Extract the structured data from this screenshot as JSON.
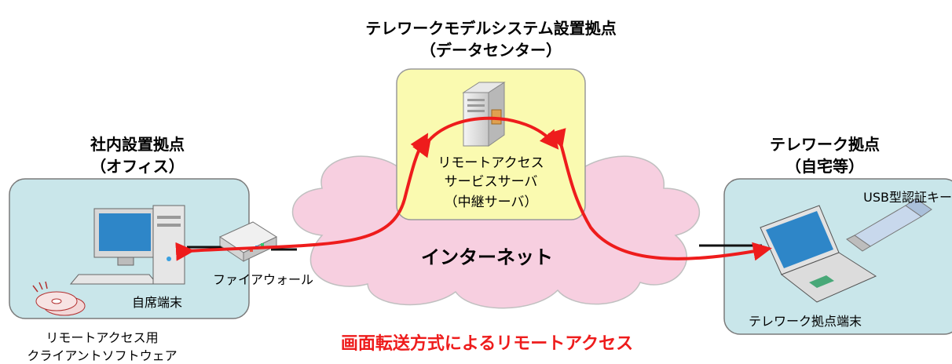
{
  "datacenter": {
    "title_line1": "テレワークモデルシステム設置拠点",
    "title_line2": "（データセンター）",
    "server_line1": "リモートアクセス",
    "server_line2": "サービスサーバ",
    "server_line3": "（中継サーバ）"
  },
  "office": {
    "title_line1": "社内設置拠点",
    "title_line2": "（オフィス）",
    "terminal_label": "自席端末",
    "firewall_label": "ファイアウォール",
    "software_line1": "リモートアクセス用",
    "software_line2": "クライアントソフトウェア"
  },
  "home": {
    "title_line1": "テレワーク拠点",
    "title_line2": "（自宅等）",
    "usb_label": "USB型認証キー",
    "terminal_label": "テレワーク拠点端末"
  },
  "internet_label": "インターネット",
  "caption": "画面転送方式によるリモートアクセス",
  "colors": {
    "office_box": "#c9e6ea",
    "home_box": "#c9e6ea",
    "datacenter_box": "#fafab0",
    "cloud": "#f7cfe0",
    "arrow": "#ee1c1c",
    "caption": "#ee1c1c"
  }
}
